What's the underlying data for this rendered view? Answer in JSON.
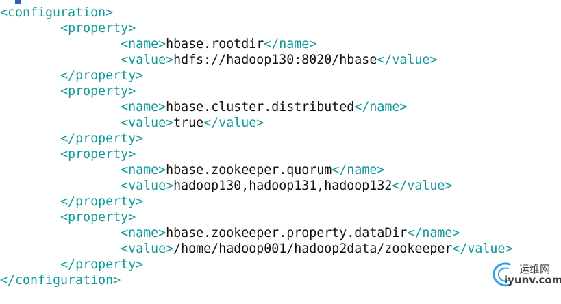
{
  "editor": {
    "lines": [
      {
        "indent": "",
        "open": "<configuration>",
        "value": "",
        "close": ""
      },
      {
        "indent": "\t",
        "open": "<property>",
        "value": "",
        "close": ""
      },
      {
        "indent": "\t\t",
        "open": "<name>",
        "value": "hbase.rootdir",
        "close": "</name>"
      },
      {
        "indent": "\t\t",
        "open": "<value>",
        "value": "hdfs://hadoop130:8020/hbase",
        "close": "</value>"
      },
      {
        "indent": "\t",
        "open": "</property>",
        "value": "",
        "close": ""
      },
      {
        "indent": "        ",
        "open": "<property>",
        "value": "",
        "close": ""
      },
      {
        "indent": "\t\t",
        "open": "<name>",
        "value": "hbase.cluster.distributed",
        "close": "</name>"
      },
      {
        "indent": "\t\t",
        "open": "<value>",
        "value": "true",
        "close": "</value>"
      },
      {
        "indent": "        ",
        "open": "</property>",
        "value": "",
        "close": ""
      },
      {
        "indent": "        ",
        "open": "<property>",
        "value": "",
        "close": ""
      },
      {
        "indent": "\t\t",
        "open": "<name>",
        "value": "hbase.zookeeper.quorum",
        "close": "</name>"
      },
      {
        "indent": "\t\t",
        "open": "<value>",
        "value": "hadoop130,hadoop131,hadoop132",
        "close": "</value>"
      },
      {
        "indent": "        ",
        "open": "</property>",
        "value": "",
        "close": ""
      },
      {
        "indent": "        ",
        "open": "<property>",
        "value": "",
        "close": ""
      },
      {
        "indent": "\t\t",
        "open": "<name>",
        "value": "hbase.zookeeper.property.dataDir",
        "close": "</name>"
      },
      {
        "indent": "\t\t",
        "open": "<value>",
        "value": "/home/hadoop001/hadoop2data/zookeeper",
        "close": "</value>"
      },
      {
        "indent": "        ",
        "open": "</property>",
        "value": "",
        "close": ""
      },
      {
        "indent": "",
        "open": "</configuration>",
        "value": "",
        "close": ""
      }
    ]
  },
  "watermark": {
    "site_cn": "运维网",
    "site_en": "iyunv.com"
  },
  "colors": {
    "tag": "#129a9a",
    "text": "#111111",
    "watermark": "#3d3d3d",
    "watermark_accent": "#2aa7e0"
  }
}
